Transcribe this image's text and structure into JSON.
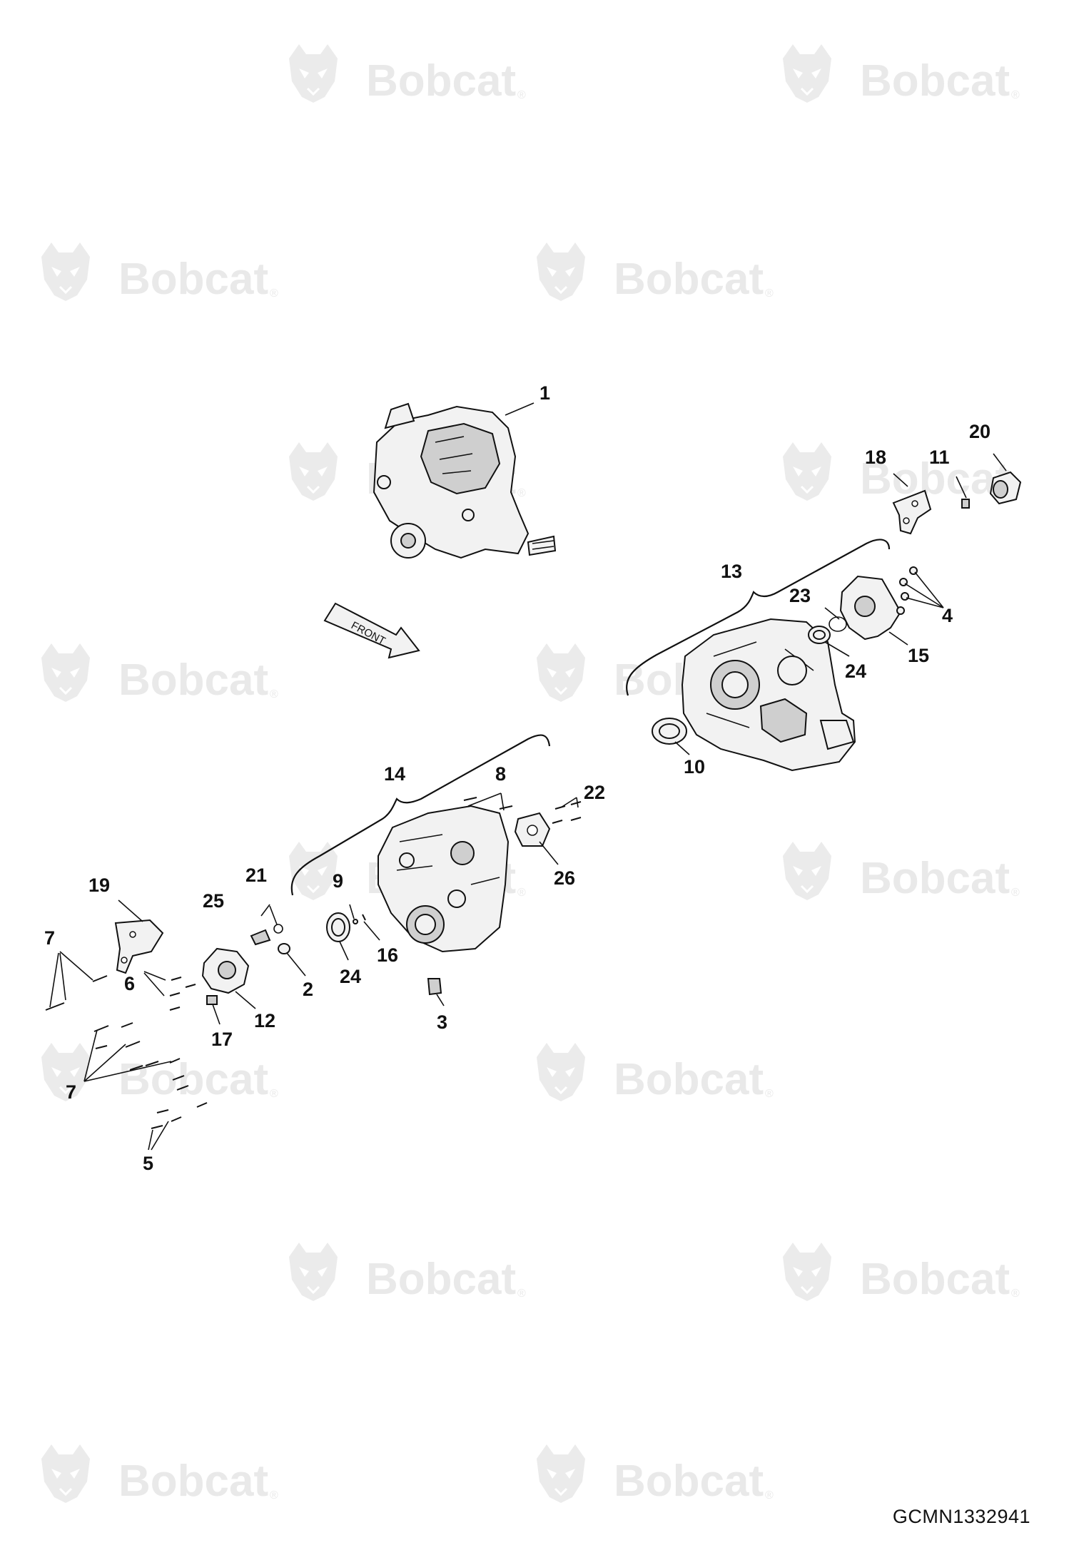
{
  "watermark": {
    "brand": "Bobcat",
    "mark": "®"
  },
  "drawing_code": "GCMN1332941",
  "front_label": "FRONT",
  "callouts": {
    "c1": "1",
    "c2": "2",
    "c3": "3",
    "c4": "4",
    "c5": "5",
    "c6": "6",
    "c7a": "7",
    "c7b": "7",
    "c8": "8",
    "c9": "9",
    "c10": "10",
    "c11": "11",
    "c12": "12",
    "c13": "13",
    "c14": "14",
    "c15": "15",
    "c16": "16",
    "c17": "17",
    "c18": "18",
    "c19": "19",
    "c20": "20",
    "c21": "21",
    "c22": "22",
    "c23": "23",
    "c24a": "24",
    "c24b": "24",
    "c25": "25",
    "c26": "26"
  },
  "icons": {
    "watermark_logo": "bobcat-head-icon",
    "direction_arrow": "front-arrow-icon"
  }
}
